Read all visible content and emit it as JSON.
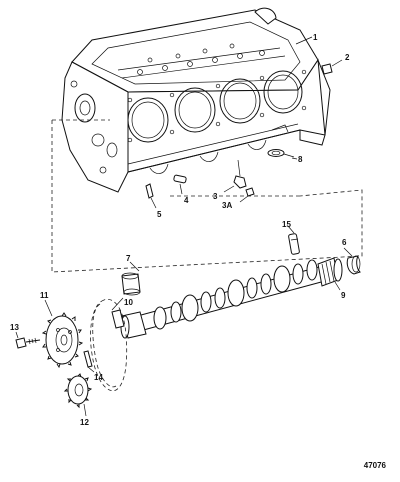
{
  "callouts": {
    "c1": "1",
    "c2": "2",
    "c3": "3",
    "c3a": "3A",
    "c4": "4",
    "c5": "5",
    "c6": "6",
    "c7": "7",
    "c8": "8",
    "c9": "9",
    "c10": "10",
    "c11": "11",
    "c12": "12",
    "c13": "13",
    "c14": "14",
    "c15": "15"
  },
  "figure_number": "47076"
}
